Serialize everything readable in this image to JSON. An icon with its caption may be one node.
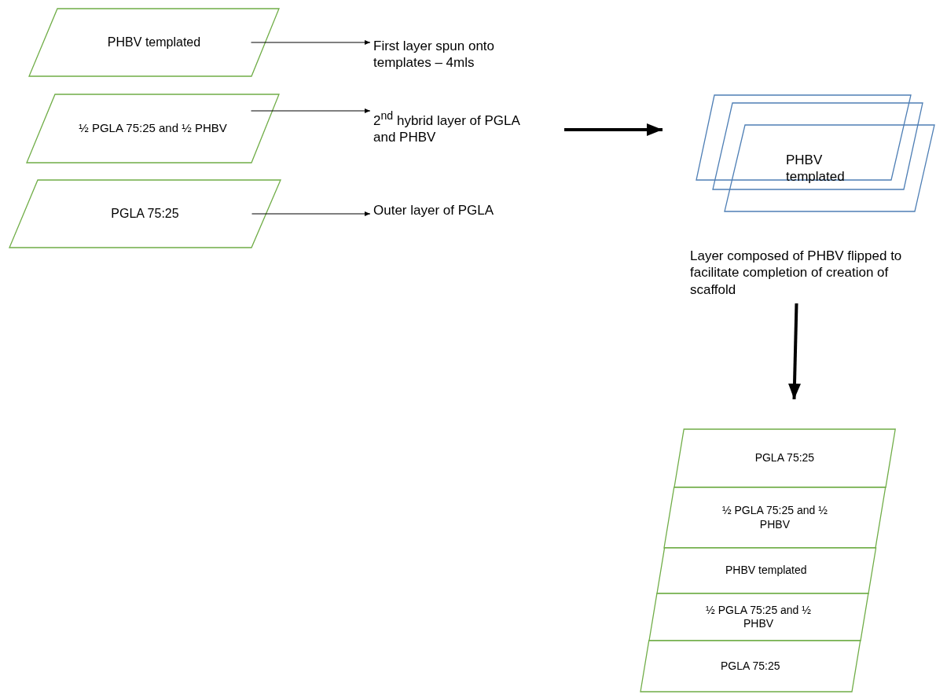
{
  "diagram": {
    "nodes": [
      {
        "text": [
          "PHBV templated"
        ]
      },
      {
        "text": [
          "First layer spun onto templates – 4mls"
        ]
      },
      {
        "text": [
          "½ PGLA 75:25 and ½ PHBV"
        ]
      },
      {
        "text": [
          "2$^{nd}$ hybrid layer of PGLA and PHBV"
        ]
      },
      {
        "text": [
          "PGLA 75:25"
        ]
      },
      {
        "text": [
          "Outer layer of PGLA"
        ]
      },
      {
        "text": [],
        "shape": "parallelogram"
      },
      {
        "text": [],
        "shape": "parallelogram"
      },
      {
        "text": [
          "PHBV templated"
        ]
      },
      {
        "text": [
          "Layer composed of PHBV flipped to facilitate completion of creation of scaffold"
        ]
      },
      {
        "text": [
          "PGLA 75:25"
        ]
      },
      {
        "text": [
          "½ PGLA 75:25 and ½ PHBV"
        ]
      },
      {
        "text": [
          "PHBV templated"
        ]
      },
      {
        "text": [
          "½ PGLA 75:25 and ½ PHBV"
        ]
      },
      {
        "text": [
          "PGLA 75:25"
        ]
      }
    ],
    "edges": [
      {
        "from": 0,
        "to": 1,
        "arrow": "to"
      },
      {
        "from": 2,
        "to": 3,
        "arrow": "to"
      },
      {
        "from": 4,
        "to": 5,
        "arrow": "to"
      },
      {
        "from": null,
        "to": 6,
        "arrow": "to",
        "style": "thick"
      },
      {
        "from": 9,
        "to": 10,
        "arrow": "to",
        "style": "thick"
      }
    ]
  }
}
